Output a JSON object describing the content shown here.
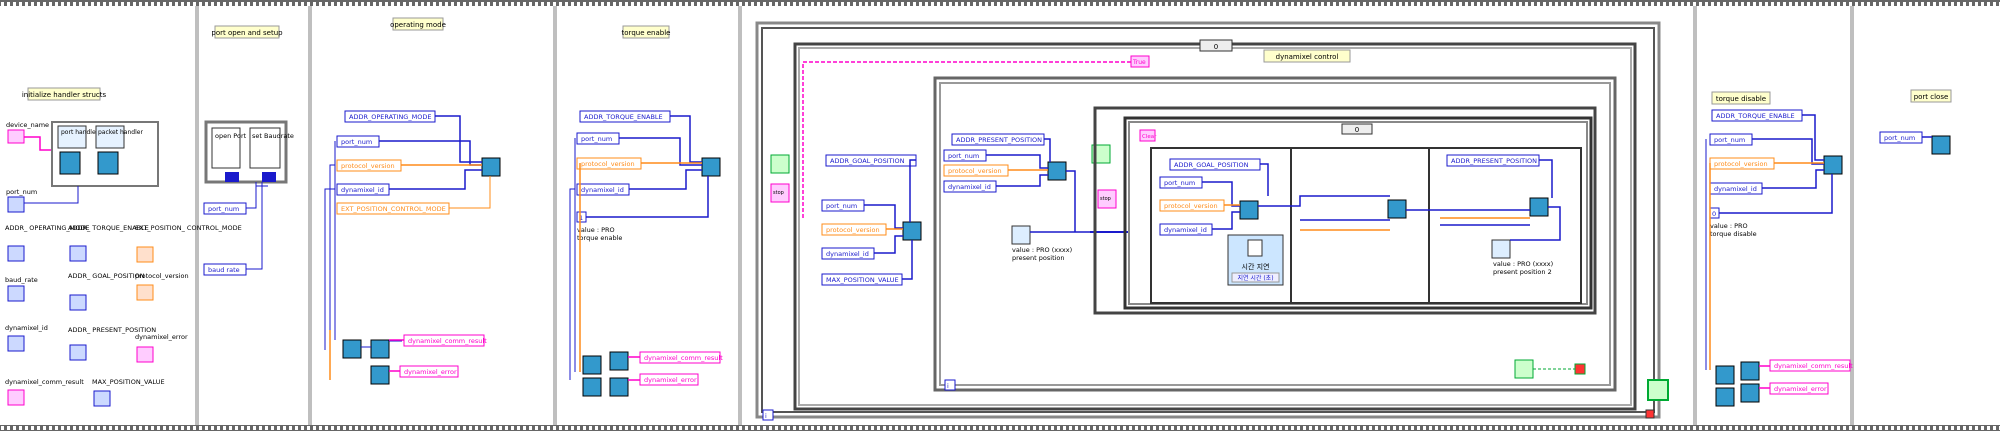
{
  "frames": [
    {
      "title": "initialize handler structs"
    },
    {
      "title": "port open and setup"
    },
    {
      "title": "operating mode"
    },
    {
      "title": "torque enable"
    },
    {
      "title": "dynamixel control"
    },
    {
      "title": "torque disable"
    },
    {
      "title": "port close"
    }
  ],
  "init": {
    "device_name": "device_name",
    "port_handler": "port handler",
    "packet_handler": "packet handler",
    "port_num": "port_num",
    "addr_operating_mode": "ADDR_ OPERATING_MODE",
    "addr_torque_enable": "ADDR_ TORQUE_ENABLE",
    "ext_position": "EXT_POSITION_ CONTROL_MODE",
    "baud_rate": "baud_rate",
    "addr_goal_position": "ADDR_ GOAL_POSITION",
    "protocol_version": "protocol_version",
    "dynamixel_id": "dynamixel_id",
    "addr_present_position": "ADDR_ PRESENT_POSITION",
    "dynamixel_error": "dynamixel_error",
    "comm_result": "dynamixel_comm_result",
    "max_position": "MAX_POSITION_VALUE"
  },
  "port_open": {
    "open_port": "open Port",
    "set_baudrate": "set Baudrate",
    "port_num": "port_num",
    "baud_rate": "baud rate"
  },
  "operating_mode": {
    "addr": "ADDR_OPERATING_MODE",
    "port_num": "port_num",
    "protocol_version": "protocol_version",
    "dynamixel_id": "dynamixel_id",
    "ext_position": "EXT_POSITION_CONTROL_MODE",
    "comm_result": "dynamixel_comm_result",
    "error": "dynamixel_error"
  },
  "torque_enable": {
    "addr": "ADDR_TORQUE_ENABLE",
    "port_num": "port_num",
    "protocol_version": "protocol_version",
    "dynamixel_id": "dynamixel_id",
    "const_value": "1",
    "note_line1": "value : PRO",
    "note_line2": "torque enable",
    "comm_result": "dynamixel_comm_result",
    "error": "dynamixel_error"
  },
  "control": {
    "case_selector": "0",
    "true_const": "True",
    "stop_label": "stop",
    "index": "i",
    "addr_goal": "ADDR_GOAL_POSITION",
    "port_num": "port_num",
    "protocol_version": "protocol_version",
    "dynamixel_id": "dynamixel_id",
    "max_position": "MAX_POSITION_VALUE",
    "addr_present": "ADDR_PRESENT_POSITION",
    "present_label_1": "value : PRO (xxxx)",
    "present_label_2": "present position",
    "clear_label": "Clear",
    "inner_case_selector": "0",
    "addr_goal_2": "ADDR_GOAL_POSITION",
    "port_num_2": "port_num",
    "protocol_version_2": "protocol_version",
    "dynamixel_id_2": "dynamixel_id",
    "timer_title": "시간 지연",
    "timer_sub": "지연 시간 (초)",
    "addr_present_2": "ADDR_PRESENT_POSITION",
    "present2_label_1": "value : PRO (xxxx)",
    "present2_label_2": "present position 2"
  },
  "torque_disable": {
    "addr": "ADDR_TORQUE_ENABLE",
    "port_num": "port_num",
    "protocol_version": "protocol_version",
    "dynamixel_id": "dynamixel_id",
    "const_value": "0",
    "note_line1": "value : PRO",
    "note_line2": "torque disable",
    "comm_result": "dynamixel_comm_result",
    "error": "dynamixel_error"
  },
  "port_close": {
    "port_num": "port_num"
  },
  "colors": {
    "blue_wire": "#1a1acc",
    "orange_wire": "#ff8c1a",
    "pink_wire": "#ff00cc",
    "green_wire": "#00aa33",
    "frame_bg": "#ffffff",
    "label_bg": "#ffffcc"
  }
}
